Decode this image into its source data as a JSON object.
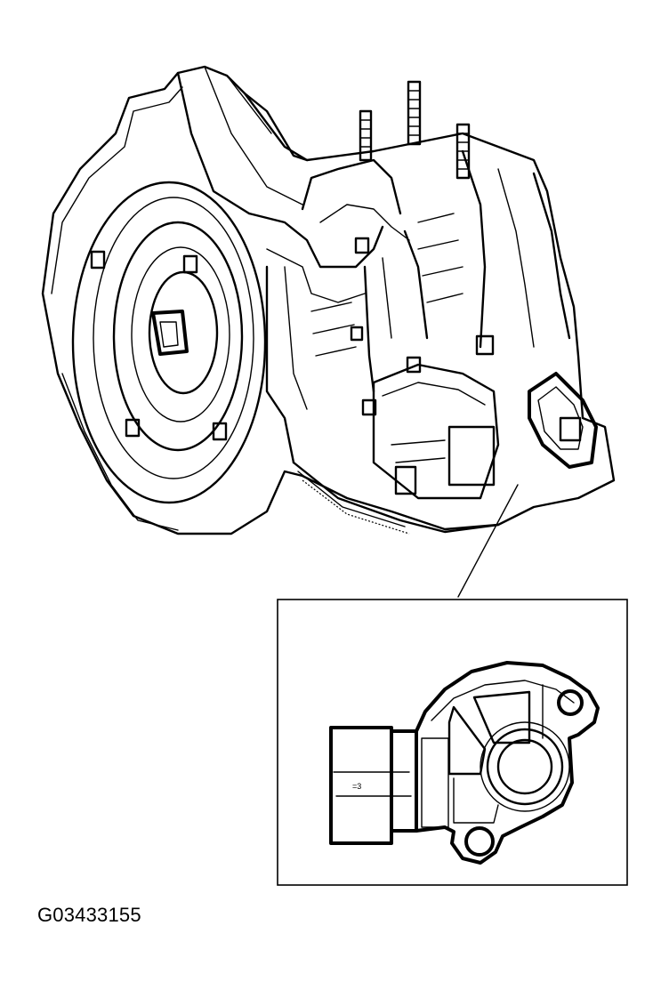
{
  "figure": {
    "id_label": "G03433155",
    "subject": "automatic transaxle assembly with detail of transmission range sensor",
    "inset": {
      "subject": "transmission range sensor",
      "border_color": "#000000"
    },
    "colors": {
      "line": "#000000",
      "background": "#ffffff"
    }
  }
}
